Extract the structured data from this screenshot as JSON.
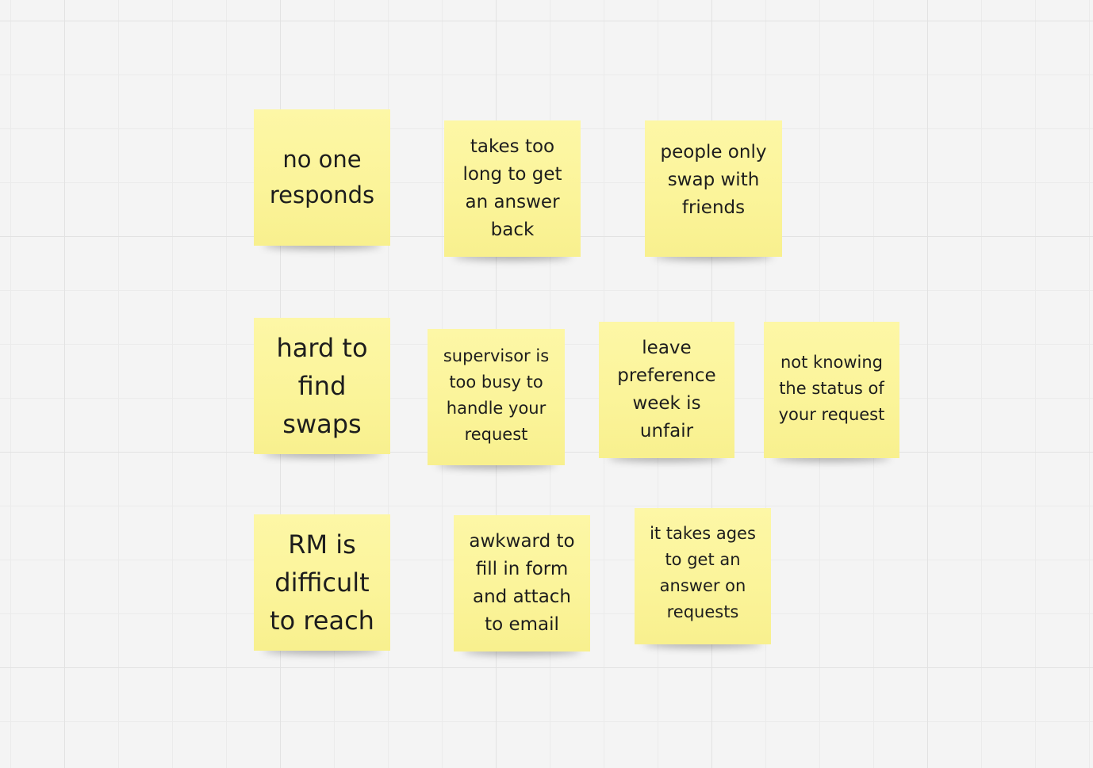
{
  "board": {
    "notes": [
      {
        "text": "no one responds"
      },
      {
        "text": "takes too long to get an answer back"
      },
      {
        "text": "people only swap with friends"
      },
      {
        "text": "hard to find swaps"
      },
      {
        "text": "supervisor is too busy to handle your request"
      },
      {
        "text": "leave preference week is unfair"
      },
      {
        "text": "not knowing the status of your request"
      },
      {
        "text": "RM is difficult to reach"
      },
      {
        "text": "awkward to fill in form and attach to email"
      },
      {
        "text": "it takes ages to get an answer on requests"
      }
    ],
    "note_color": "#fbf49a"
  }
}
